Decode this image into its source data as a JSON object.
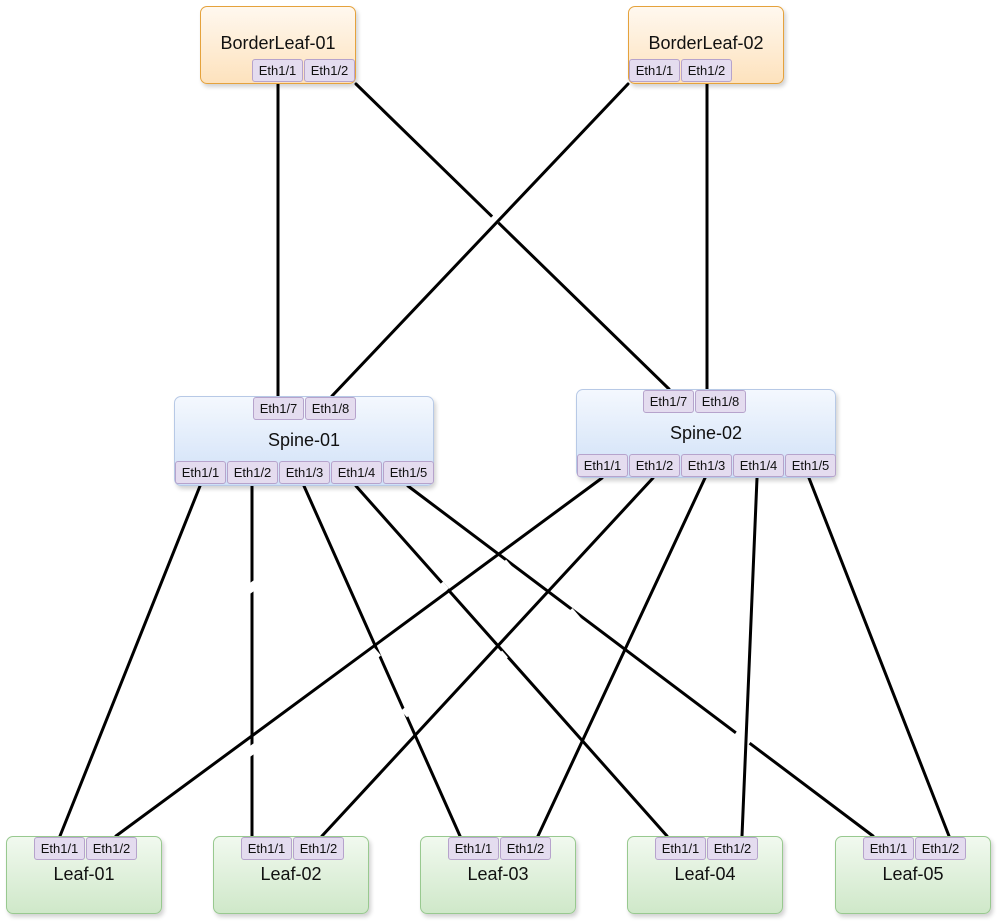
{
  "colors": {
    "link": "#000000",
    "border_leaf_fill": "#fde2bd",
    "border_leaf_stroke": "#e5a23c",
    "spine_fill": "#cfe0f7",
    "spine_stroke": "#b7c9e6",
    "leaf_fill": "#cfe8c9",
    "leaf_stroke": "#98c98f",
    "port_fill": "#e4dcef",
    "port_stroke": "#b6a3cc"
  },
  "border_leaves": [
    {
      "name": "BorderLeaf-01",
      "ports": [
        "Eth1/1",
        "Eth1/2"
      ]
    },
    {
      "name": "BorderLeaf-02",
      "ports": [
        "Eth1/1",
        "Eth1/2"
      ]
    }
  ],
  "spines": [
    {
      "name": "Spine-01",
      "uplink_ports": [
        "Eth1/7",
        "Eth1/8"
      ],
      "downlink_ports": [
        "Eth1/1",
        "Eth1/2",
        "Eth1/3",
        "Eth1/4",
        "Eth1/5"
      ]
    },
    {
      "name": "Spine-02",
      "uplink_ports": [
        "Eth1/7",
        "Eth1/8"
      ],
      "downlink_ports": [
        "Eth1/1",
        "Eth1/2",
        "Eth1/3",
        "Eth1/4",
        "Eth1/5"
      ]
    }
  ],
  "leaves": [
    {
      "name": "Leaf-01",
      "ports": [
        "Eth1/1",
        "Eth1/2"
      ]
    },
    {
      "name": "Leaf-02",
      "ports": [
        "Eth1/1",
        "Eth1/2"
      ]
    },
    {
      "name": "Leaf-03",
      "ports": [
        "Eth1/1",
        "Eth1/2"
      ]
    },
    {
      "name": "Leaf-04",
      "ports": [
        "Eth1/1",
        "Eth1/2"
      ]
    },
    {
      "name": "Leaf-05",
      "ports": [
        "Eth1/1",
        "Eth1/2"
      ]
    }
  ]
}
